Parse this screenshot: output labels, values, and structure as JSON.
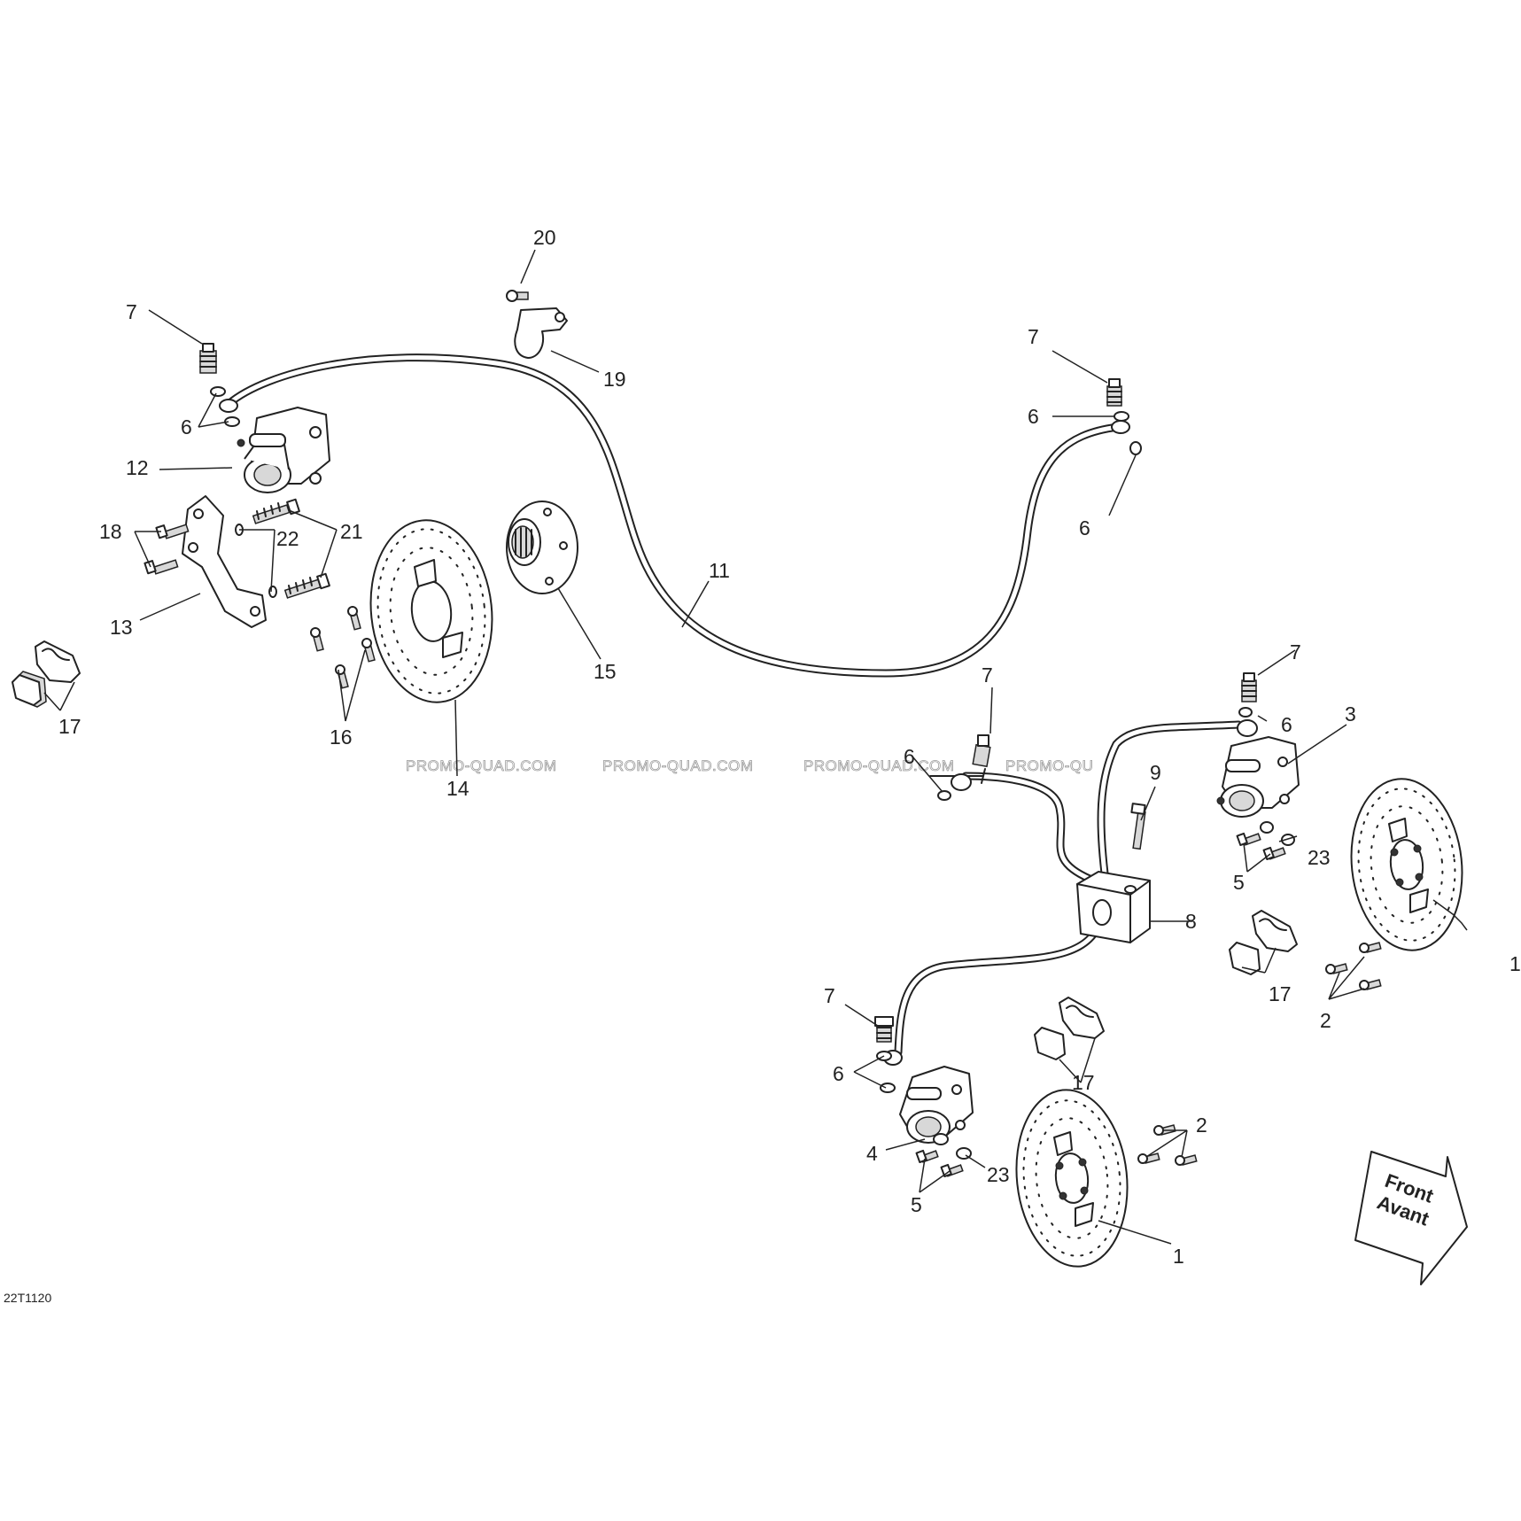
{
  "diagram": {
    "reference_code": "22T1120",
    "watermark": "PROMO-QUAD.COM",
    "watermark_partial": "PROMO-QU",
    "direction_arrow": {
      "line1": "Front",
      "line2": "Avant"
    },
    "callouts": [
      "1",
      "2",
      "3",
      "4",
      "5",
      "6",
      "7",
      "8",
      "9",
      "11",
      "12",
      "13",
      "14",
      "15",
      "16",
      "17",
      "18",
      "19",
      "20",
      "21",
      "22",
      "23"
    ]
  }
}
